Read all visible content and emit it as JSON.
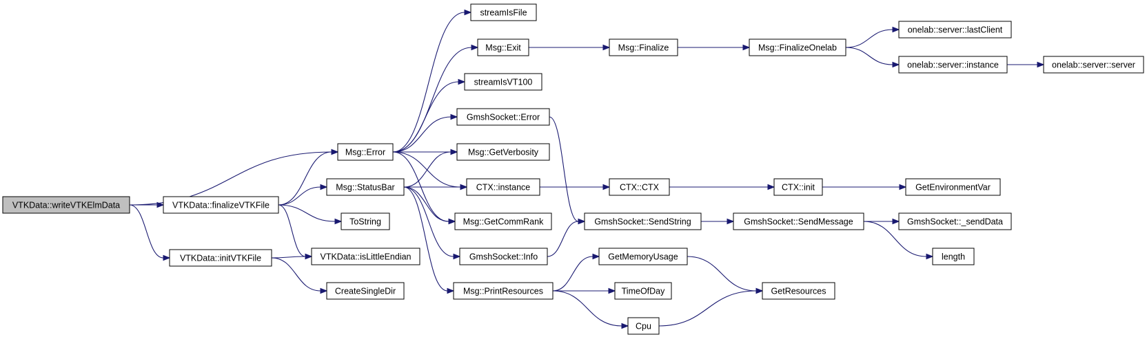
{
  "colors": {
    "edge": "#191970",
    "root_fill": "#bfbfbf",
    "node_fill": "#ffffff",
    "node_border": "#000000"
  },
  "nodes": {
    "writeVTKElmData": "VTKData::writeVTKElmData",
    "finalizeVTKFile": "VTKData::finalizeVTKFile",
    "initVTKFile": "VTKData::initVTKFile",
    "msgError": "Msg::Error",
    "statusBar": "Msg::StatusBar",
    "toString": "ToString",
    "isLittleEndian": "VTKData::isLittleEndian",
    "createSingleDir": "CreateSingleDir",
    "streamIsFile": "streamIsFile",
    "msgExit": "Msg::Exit",
    "streamIsVT100": "streamIsVT100",
    "gmshSocketError": "GmshSocket::Error",
    "getVerbosity": "Msg::GetVerbosity",
    "ctxInstance": "CTX::instance",
    "getCommRank": "Msg::GetCommRank",
    "gmshSocketInfo": "GmshSocket::Info",
    "printResources": "Msg::PrintResources",
    "msgFinalize": "Msg::Finalize",
    "ctxCtx": "CTX::CTX",
    "sendString": "GmshSocket::SendString",
    "getMemoryUsage": "GetMemoryUsage",
    "timeOfDay": "TimeOfDay",
    "cpu": "Cpu",
    "finalizeOnelab": "Msg::FinalizeOnelab",
    "ctxInit": "CTX::init",
    "sendMessage": "GmshSocket::SendMessage",
    "getResources": "GetResources",
    "lastClient": "onelab::server::lastClient",
    "onelabInstance": "onelab::server::instance",
    "getEnvironmentVar": "GetEnvironmentVar",
    "sendData": "GmshSocket::_sendData",
    "length": "length",
    "onelabServer": "onelab::server::server"
  },
  "edges": [
    [
      "writeVTKElmData",
      "msgError"
    ],
    [
      "writeVTKElmData",
      "finalizeVTKFile"
    ],
    [
      "writeVTKElmData",
      "initVTKFile"
    ],
    [
      "finalizeVTKFile",
      "msgError"
    ],
    [
      "finalizeVTKFile",
      "statusBar"
    ],
    [
      "finalizeVTKFile",
      "toString"
    ],
    [
      "finalizeVTKFile",
      "isLittleEndian"
    ],
    [
      "initVTKFile",
      "isLittleEndian"
    ],
    [
      "initVTKFile",
      "createSingleDir"
    ],
    [
      "msgError",
      "streamIsFile"
    ],
    [
      "msgError",
      "msgExit"
    ],
    [
      "msgError",
      "streamIsVT100"
    ],
    [
      "msgError",
      "gmshSocketError"
    ],
    [
      "msgError",
      "getVerbosity"
    ],
    [
      "msgError",
      "ctxInstance"
    ],
    [
      "msgError",
      "getCommRank"
    ],
    [
      "statusBar",
      "getVerbosity"
    ],
    [
      "statusBar",
      "ctxInstance"
    ],
    [
      "statusBar",
      "getCommRank"
    ],
    [
      "statusBar",
      "gmshSocketInfo"
    ],
    [
      "statusBar",
      "printResources"
    ],
    [
      "msgExit",
      "msgFinalize"
    ],
    [
      "msgFinalize",
      "finalizeOnelab"
    ],
    [
      "finalizeOnelab",
      "lastClient"
    ],
    [
      "finalizeOnelab",
      "onelabInstance"
    ],
    [
      "onelabInstance",
      "onelabServer"
    ],
    [
      "gmshSocketError",
      "sendString"
    ],
    [
      "ctxInstance",
      "ctxCtx"
    ],
    [
      "ctxCtx",
      "ctxInit"
    ],
    [
      "ctxInit",
      "getEnvironmentVar"
    ],
    [
      "gmshSocketInfo",
      "sendString"
    ],
    [
      "sendString",
      "sendMessage"
    ],
    [
      "sendMessage",
      "sendData"
    ],
    [
      "sendMessage",
      "length"
    ],
    [
      "printResources",
      "getMemoryUsage"
    ],
    [
      "printResources",
      "timeOfDay"
    ],
    [
      "printResources",
      "cpu"
    ],
    [
      "getMemoryUsage",
      "getResources"
    ],
    [
      "cpu",
      "getResources"
    ]
  ]
}
